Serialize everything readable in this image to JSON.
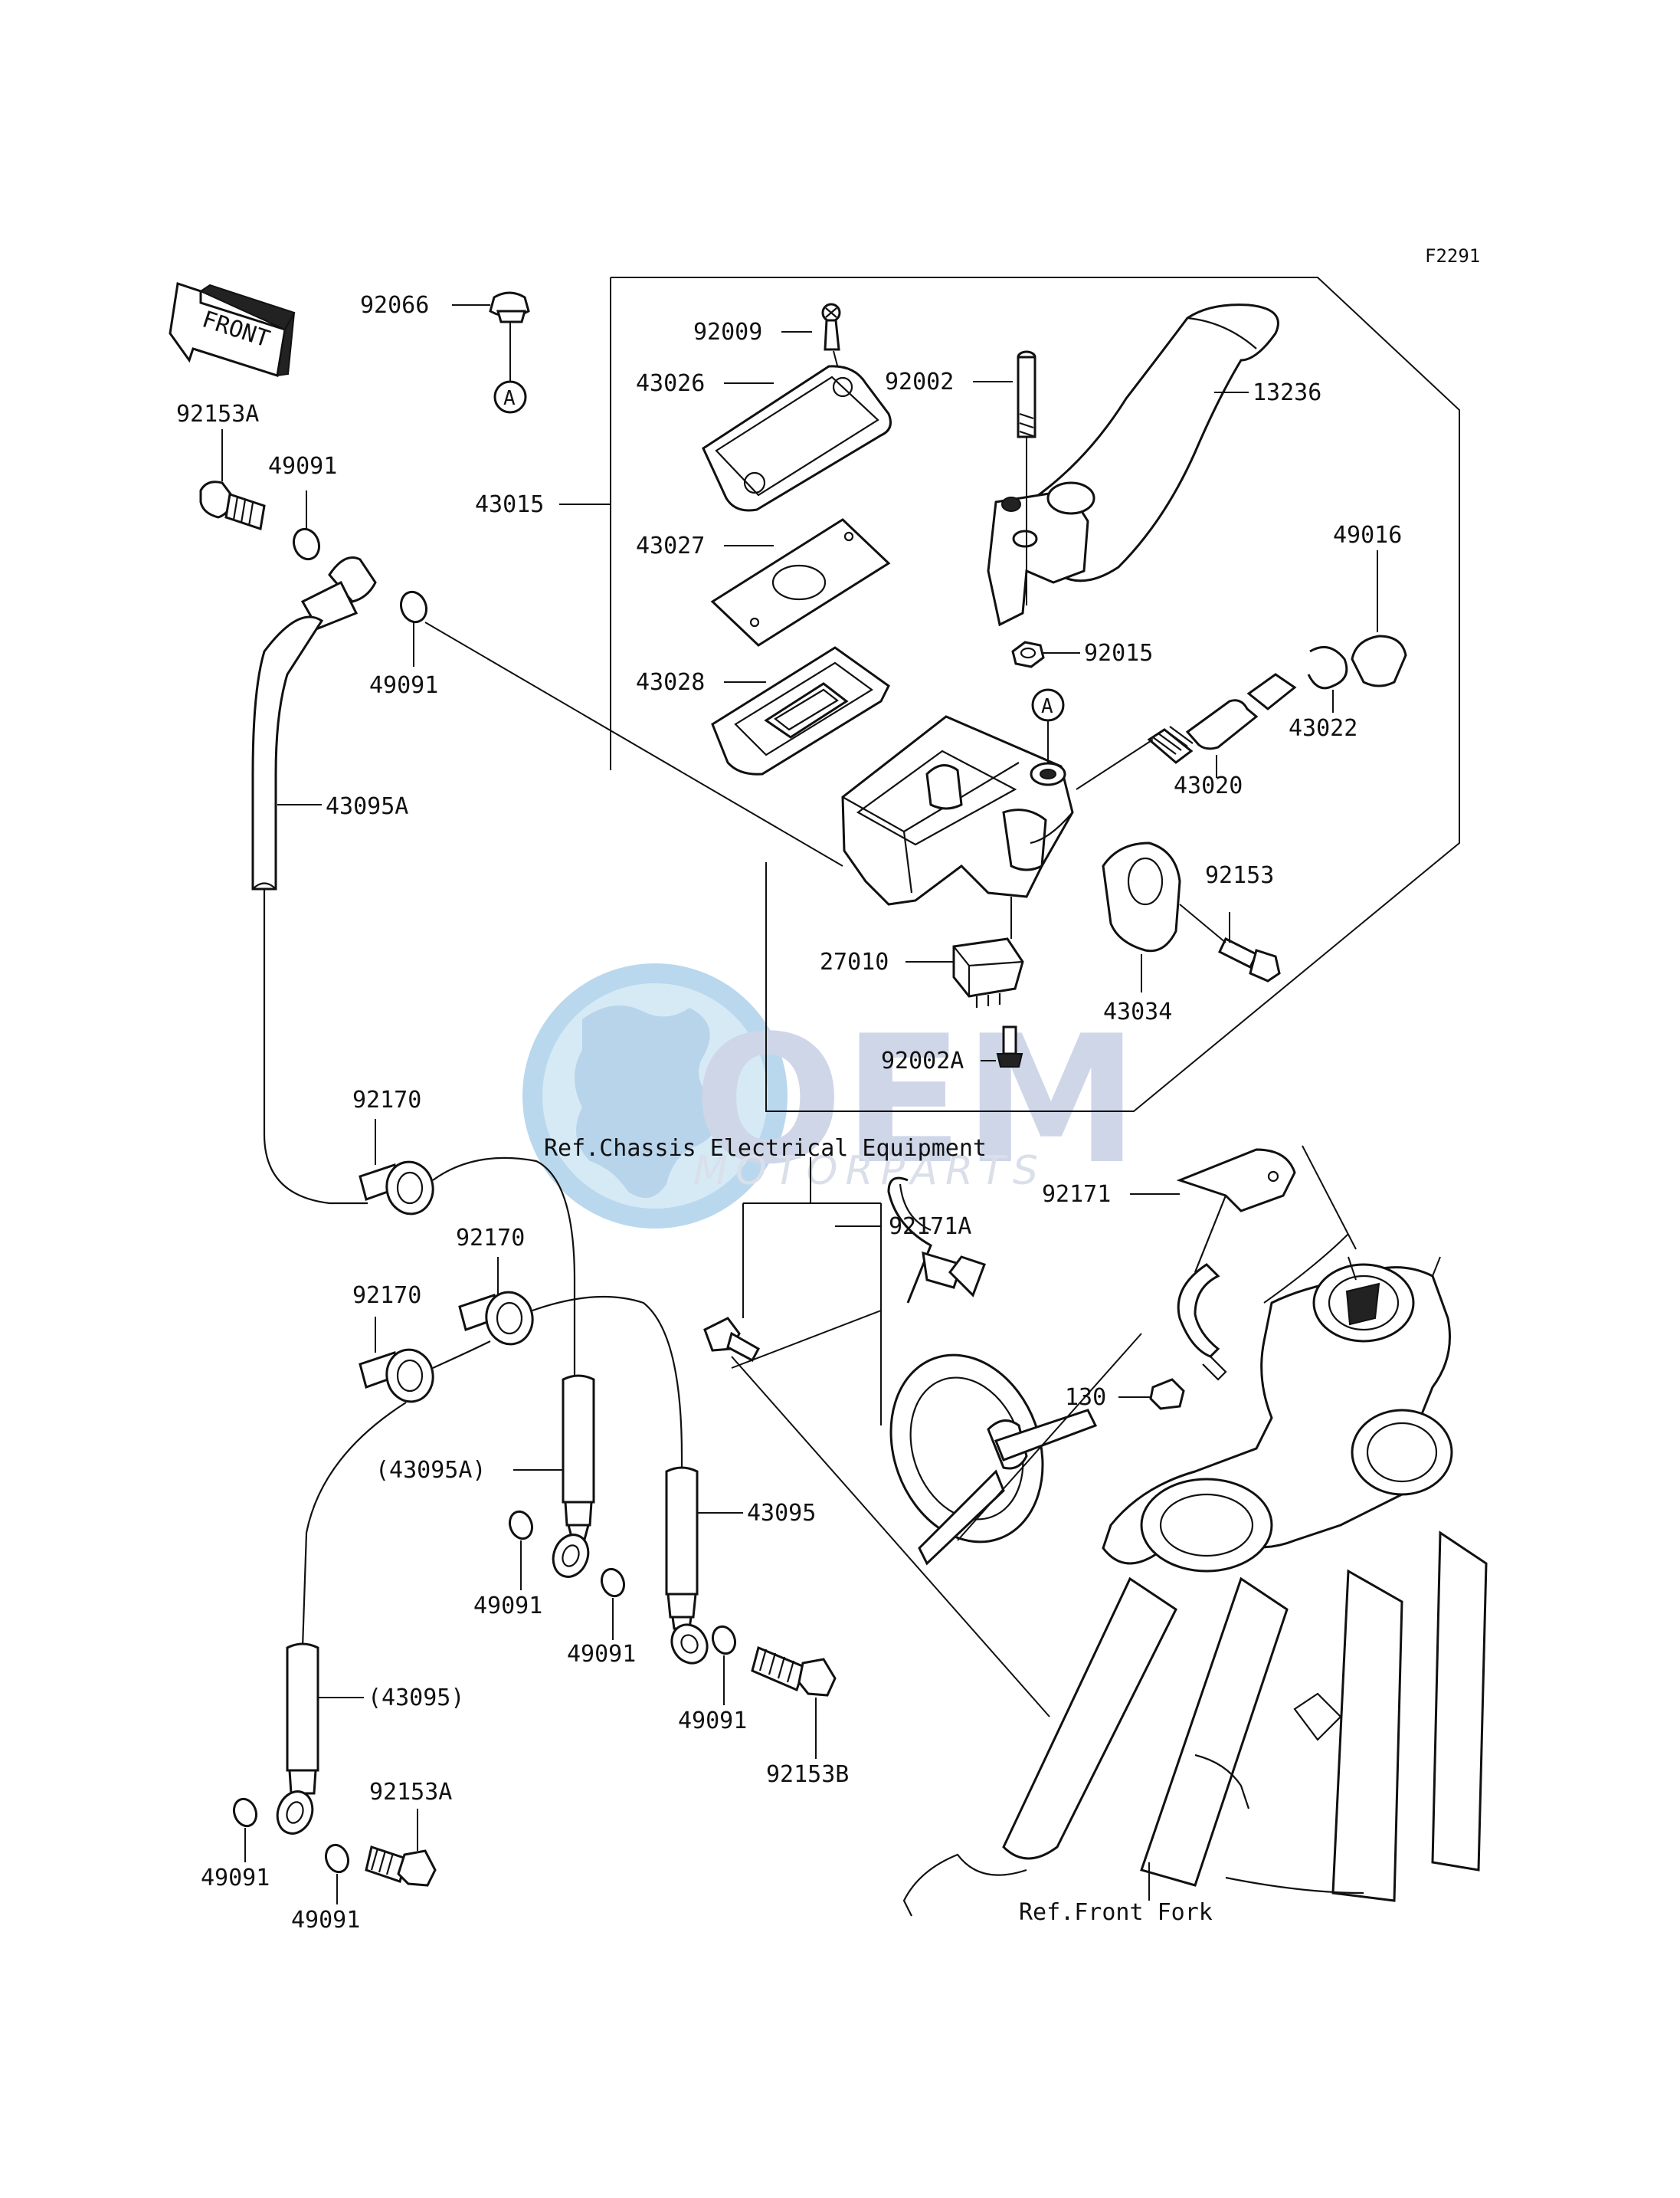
{
  "diagram_code": "F2291",
  "front_arrow_label": "FRONT",
  "callout_marker": "A",
  "watermark": {
    "brand": "OEM",
    "sub": "MOTORPARTS"
  },
  "references": {
    "chassis_electrical": "Ref.Chassis Electrical Equipment",
    "front_fork": "Ref.Front Fork"
  },
  "labels": {
    "p92066": "92066",
    "p92153A_top": "92153A",
    "p49091_a": "49091",
    "p49091_b": "49091",
    "p43095A": "43095A",
    "p92009": "92009",
    "p43026": "43026",
    "p43015": "43015",
    "p43027": "43027",
    "p43028": "43028",
    "p92002": "92002",
    "p13236": "13236",
    "p92015": "92015",
    "p49016": "49016",
    "p43022": "43022",
    "p43020": "43020",
    "p92153": "92153",
    "p27010": "27010",
    "p43034": "43034",
    "p92002A": "92002A",
    "p92170_a": "92170",
    "p92170_b": "92170",
    "p92170_c": "92170",
    "p43095A_paren": "(43095A)",
    "p43095": "43095",
    "p49091_c": "49091",
    "p49091_d": "49091",
    "p49091_e": "49091",
    "p92153B": "92153B",
    "p43095_paren": "(43095)",
    "p92153A_bottom": "92153A",
    "p49091_f": "49091",
    "p49091_g": "49091",
    "p92171": "92171",
    "p92171A": "92171A",
    "p130": "130"
  }
}
